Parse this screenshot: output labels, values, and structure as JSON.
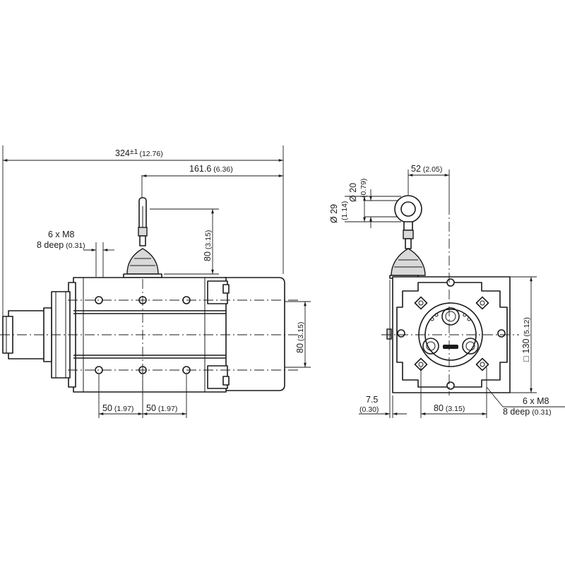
{
  "side_view": {
    "overall_length": "324",
    "overall_tolerance": "±1",
    "overall_inch": "(12.76)",
    "offset_length": "161.6",
    "offset_inch": "(6.36)",
    "height": "80",
    "height_inch": "(3.15)",
    "body_height": "80",
    "body_height_inch": "(3.15)",
    "thread_line1": "6 x M8",
    "thread_depth": "8 deep",
    "thread_depth_inch": "(0.31)",
    "pitch_a": "50",
    "pitch_a_inch": "(1.97)",
    "pitch_b": "50",
    "pitch_b_inch": "(1.97)"
  },
  "front_view": {
    "cable_offset": "52",
    "cable_offset_inch": "(2.05)",
    "eye_diameter": "Ø 20",
    "eye_diameter_inch": "(0.79)",
    "eye_outer": "Ø 29",
    "eye_outer_inch": "(1.14)",
    "square_size": "130",
    "square_size_inch": "(5.12)",
    "square_symbol": "□",
    "flange_offset": "7.5",
    "flange_offset_inch": "(0.30)",
    "hole_spacing": "80",
    "hole_spacing_inch": "(3.15)",
    "thread_line1": "6 x M8",
    "thread_depth": "8 deep",
    "thread_depth_inch": "(0.31)"
  }
}
